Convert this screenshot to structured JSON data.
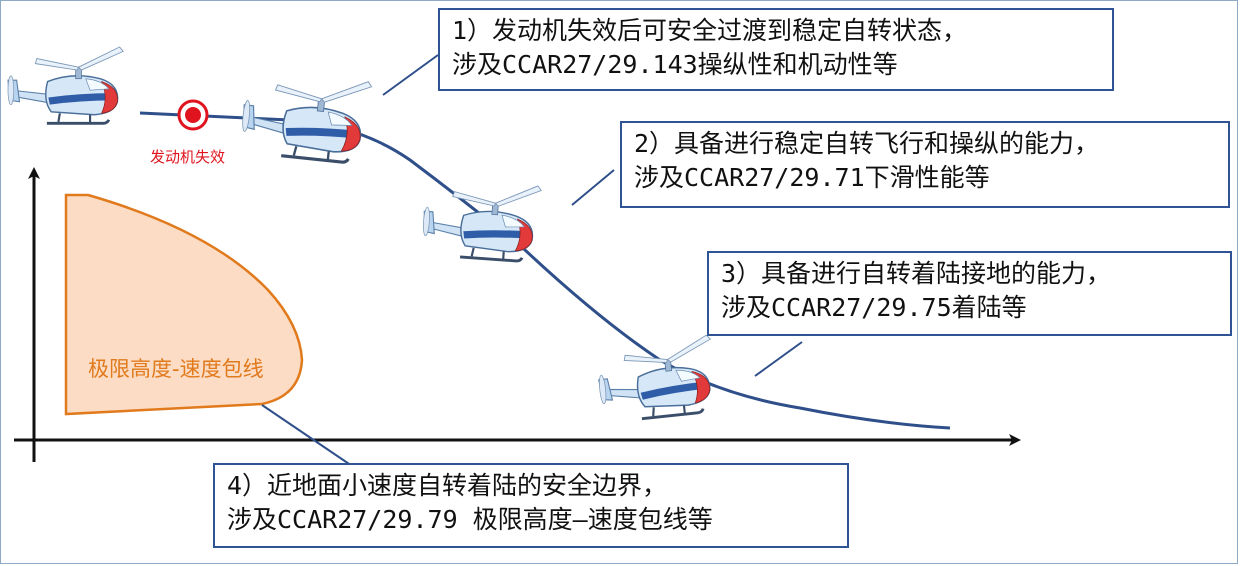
{
  "failure_marker": {
    "label": "发动机失效",
    "color": "#e0141e"
  },
  "envelope": {
    "label": "极限高度-速度包线",
    "fill": "#fcdcc4",
    "stroke": "#e07a1c"
  },
  "callouts": [
    {
      "line1": "1）发动机失效后可安全过渡到稳定自转状态，",
      "line2": "涉及CCAR27/29.143操纵性和机动性等"
    },
    {
      "line1": "2）具备进行稳定自转飞行和操纵的能力，",
      "line2": "涉及CCAR27/29.71下滑性能等"
    },
    {
      "line1": "3）具备进行自转着陆接地的能力，",
      "line2": "涉及CCAR27/29.75着陆等"
    },
    {
      "line1": "4）近地面小速度自转着陆的安全边界，",
      "line2": "涉及CCAR27/29.79 极限高度—速度包线等"
    }
  ],
  "colors": {
    "box_border": "#2f5496",
    "path": "#2f4f8a",
    "axis": "#111111"
  }
}
